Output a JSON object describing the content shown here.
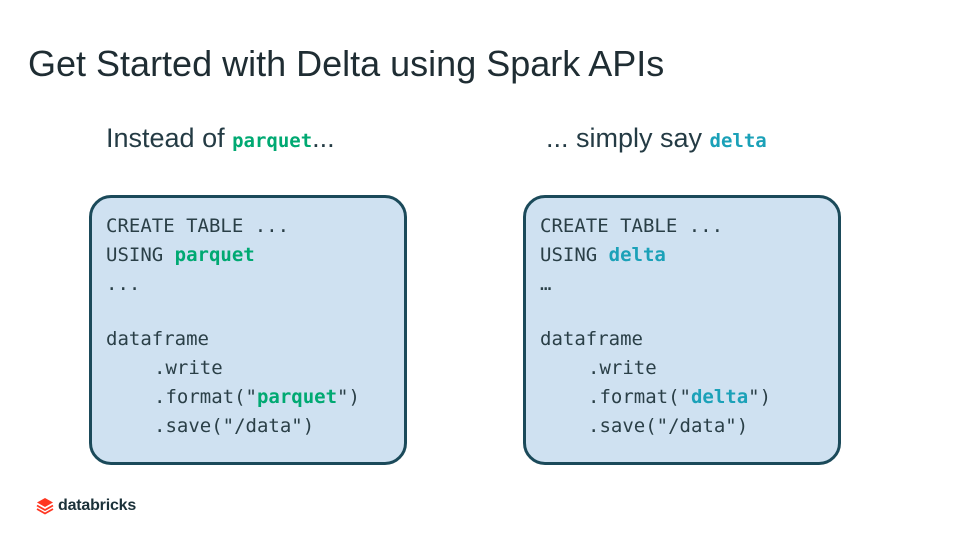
{
  "title": "Get Started with Delta using Spark APIs",
  "left": {
    "heading_prefix": "Instead of ",
    "heading_keyword": "parquet",
    "heading_suffix": "...",
    "code": {
      "line1": "CREATE TABLE ...",
      "line2_prefix": "USING ",
      "line2_keyword": "parquet",
      "line3": "...",
      "line4": "dataframe",
      "line5": ".write",
      "line6_prefix": ".format(\"",
      "line6_keyword": "parquet",
      "line6_suffix": "\")",
      "line7": ".save(\"/data\")"
    }
  },
  "right": {
    "heading_prefix": "... simply say ",
    "heading_keyword": "delta",
    "code": {
      "line1": "CREATE TABLE ...",
      "line2_prefix": "USING ",
      "line2_keyword": "delta",
      "line3": "…",
      "line4": "dataframe",
      "line5": ".write",
      "line6_prefix": ".format(\"",
      "line6_keyword": "delta",
      "line6_suffix": "\")",
      "line7": ".save(\"/data\")"
    }
  },
  "logo": {
    "text": "databricks",
    "icon": "databricks-logo-icon"
  },
  "colors": {
    "green_keyword": "#00a972",
    "teal_keyword": "#1ba1b8",
    "box_fill": "#cfe1f1",
    "box_border": "#1b4a5a"
  }
}
